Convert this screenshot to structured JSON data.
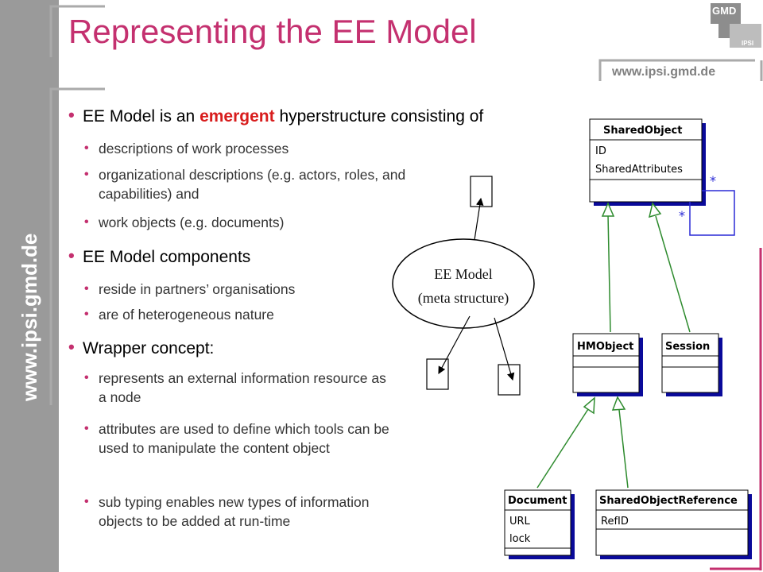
{
  "header": {
    "title": "Representing the EE Model",
    "url": "www.ipsi.gmd.de",
    "logo_top": "GMD",
    "logo_bottom": "IPSI"
  },
  "sidebar": {
    "url": "www.ipsi.gmd.de"
  },
  "bullets": [
    {
      "pre": "EE Model is an ",
      "emph": "emergent",
      "post": " hyperstructure consisting of",
      "subs": [
        "descriptions of work processes",
        "organizational descriptions (e.g. actors, roles, and capabilities) and",
        "work objects (e.g. documents)"
      ]
    },
    {
      "text": "EE Model components",
      "subs": [
        "reside in partners’ organisations",
        "are of heterogeneous nature"
      ]
    },
    {
      "text": "Wrapper concept:",
      "subs": [
        "represents an external information resource as a node",
        "attributes are used to define which tools can be used to manipulate the content object",
        "sub typing enables new types of information objects to be added at run-time"
      ]
    }
  ],
  "diagram": {
    "ellipse_line1": "EE Model",
    "ellipse_line2": "(meta structure)",
    "uml": {
      "shared_object": {
        "name": "SharedObject",
        "attrs": [
          "ID",
          "SharedAttributes"
        ]
      },
      "multiplicity_a": "*",
      "multiplicity_b": "*",
      "hm_object": {
        "name": "HMObject"
      },
      "session": {
        "name": "Session"
      },
      "document": {
        "name": "Document",
        "attrs": [
          "URL",
          "lock"
        ]
      },
      "shared_object_reference": {
        "name": "SharedObjectReference",
        "attrs": [
          "RefID"
        ]
      }
    }
  }
}
